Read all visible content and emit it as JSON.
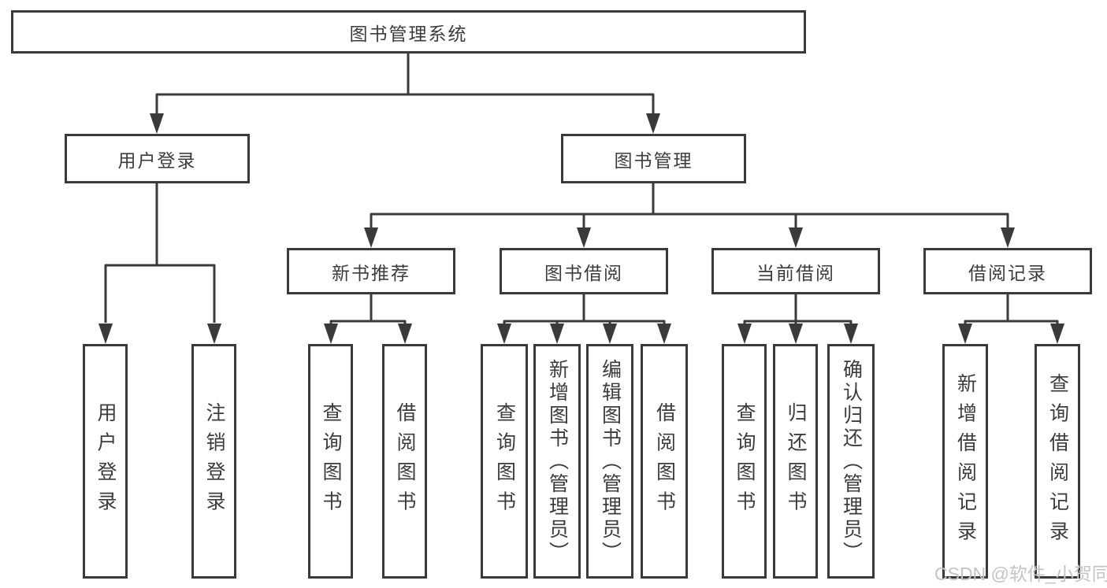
{
  "tree": {
    "label": "图书管理系统",
    "children": [
      {
        "label": "用户登录",
        "children": [
          {
            "label": "用户登录"
          },
          {
            "label": "注销登录"
          }
        ]
      },
      {
        "label": "图书管理",
        "children": [
          {
            "label": "新书推荐",
            "children": [
              {
                "label": "查询图书"
              },
              {
                "label": "借阅图书"
              }
            ]
          },
          {
            "label": "图书借阅",
            "children": [
              {
                "label": "查询图书"
              },
              {
                "label": "新增图书（管理员）"
              },
              {
                "label": "编辑图书（管理员）"
              },
              {
                "label": "借阅图书"
              }
            ]
          },
          {
            "label": "当前借阅",
            "children": [
              {
                "label": "查询图书"
              },
              {
                "label": "归还图书"
              },
              {
                "label": "确认归还（管理员）"
              }
            ]
          },
          {
            "label": "借阅记录",
            "children": [
              {
                "label": "新增借阅记录"
              },
              {
                "label": "查询借阅记录"
              }
            ]
          }
        ]
      }
    ]
  },
  "watermark": {
    "text": "CSDN @软件_小贺同学"
  },
  "colors": {
    "line": "#3a3a3a",
    "text": "#3c3c3c",
    "background": "#ffffff",
    "watermark": "#c4c4c4"
  }
}
